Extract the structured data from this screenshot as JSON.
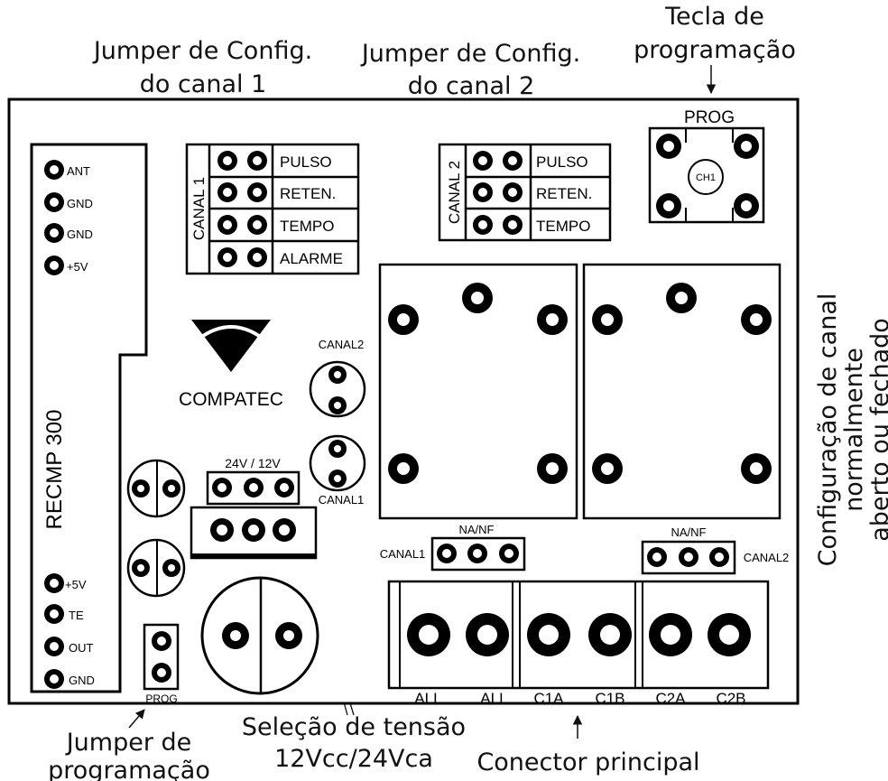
{
  "annotations": {
    "jumper_ch1": [
      "Jumper de Config.",
      "do canal 1"
    ],
    "jumper_ch2": [
      "Jumper de Config.",
      "do canal 2"
    ],
    "prog_key": [
      "Tecla de",
      "programação"
    ],
    "nanf_config": [
      "Configuração de canal",
      "normalmente",
      "aberto ou fechado"
    ],
    "prog_jumper": [
      "Jumper de",
      "programação"
    ],
    "voltage_select": [
      "Seleção de tensão",
      "12Vcc/24Vca"
    ],
    "main_connector": [
      "Conector principal"
    ]
  },
  "board": {
    "model": "RECMP 300",
    "brand": "COMPATEC",
    "left_top_pins": [
      "ANT",
      "GND",
      "GND",
      "+5V"
    ],
    "left_bottom_pins": [
      "+5V",
      "TE",
      "OUT",
      "GND"
    ],
    "canal1_label": "CANAL 1",
    "canal1_modes": [
      "PULSO",
      "RETEN.",
      "TEMPO",
      "ALARME"
    ],
    "canal2_label": "CANAL 2",
    "canal2_modes": [
      "PULSO",
      "RETEN.",
      "TEMPO"
    ],
    "prog_button_label": "PROG",
    "prog_button_center": "CH1",
    "led_canal2": "CANAL2",
    "led_canal1": "CANAL1",
    "voltage_jumper": "24V / 12V",
    "prog_jumper": "PROG",
    "nanf_ch1_label": "CANAL1",
    "nanf_ch1_title": "NA/NF",
    "nanf_ch2_label": "CANAL2",
    "nanf_ch2_title": "NA/NF",
    "terminals": [
      "ALI",
      "ALI",
      "C1A",
      "C1B",
      "C2A",
      "C2B"
    ]
  }
}
